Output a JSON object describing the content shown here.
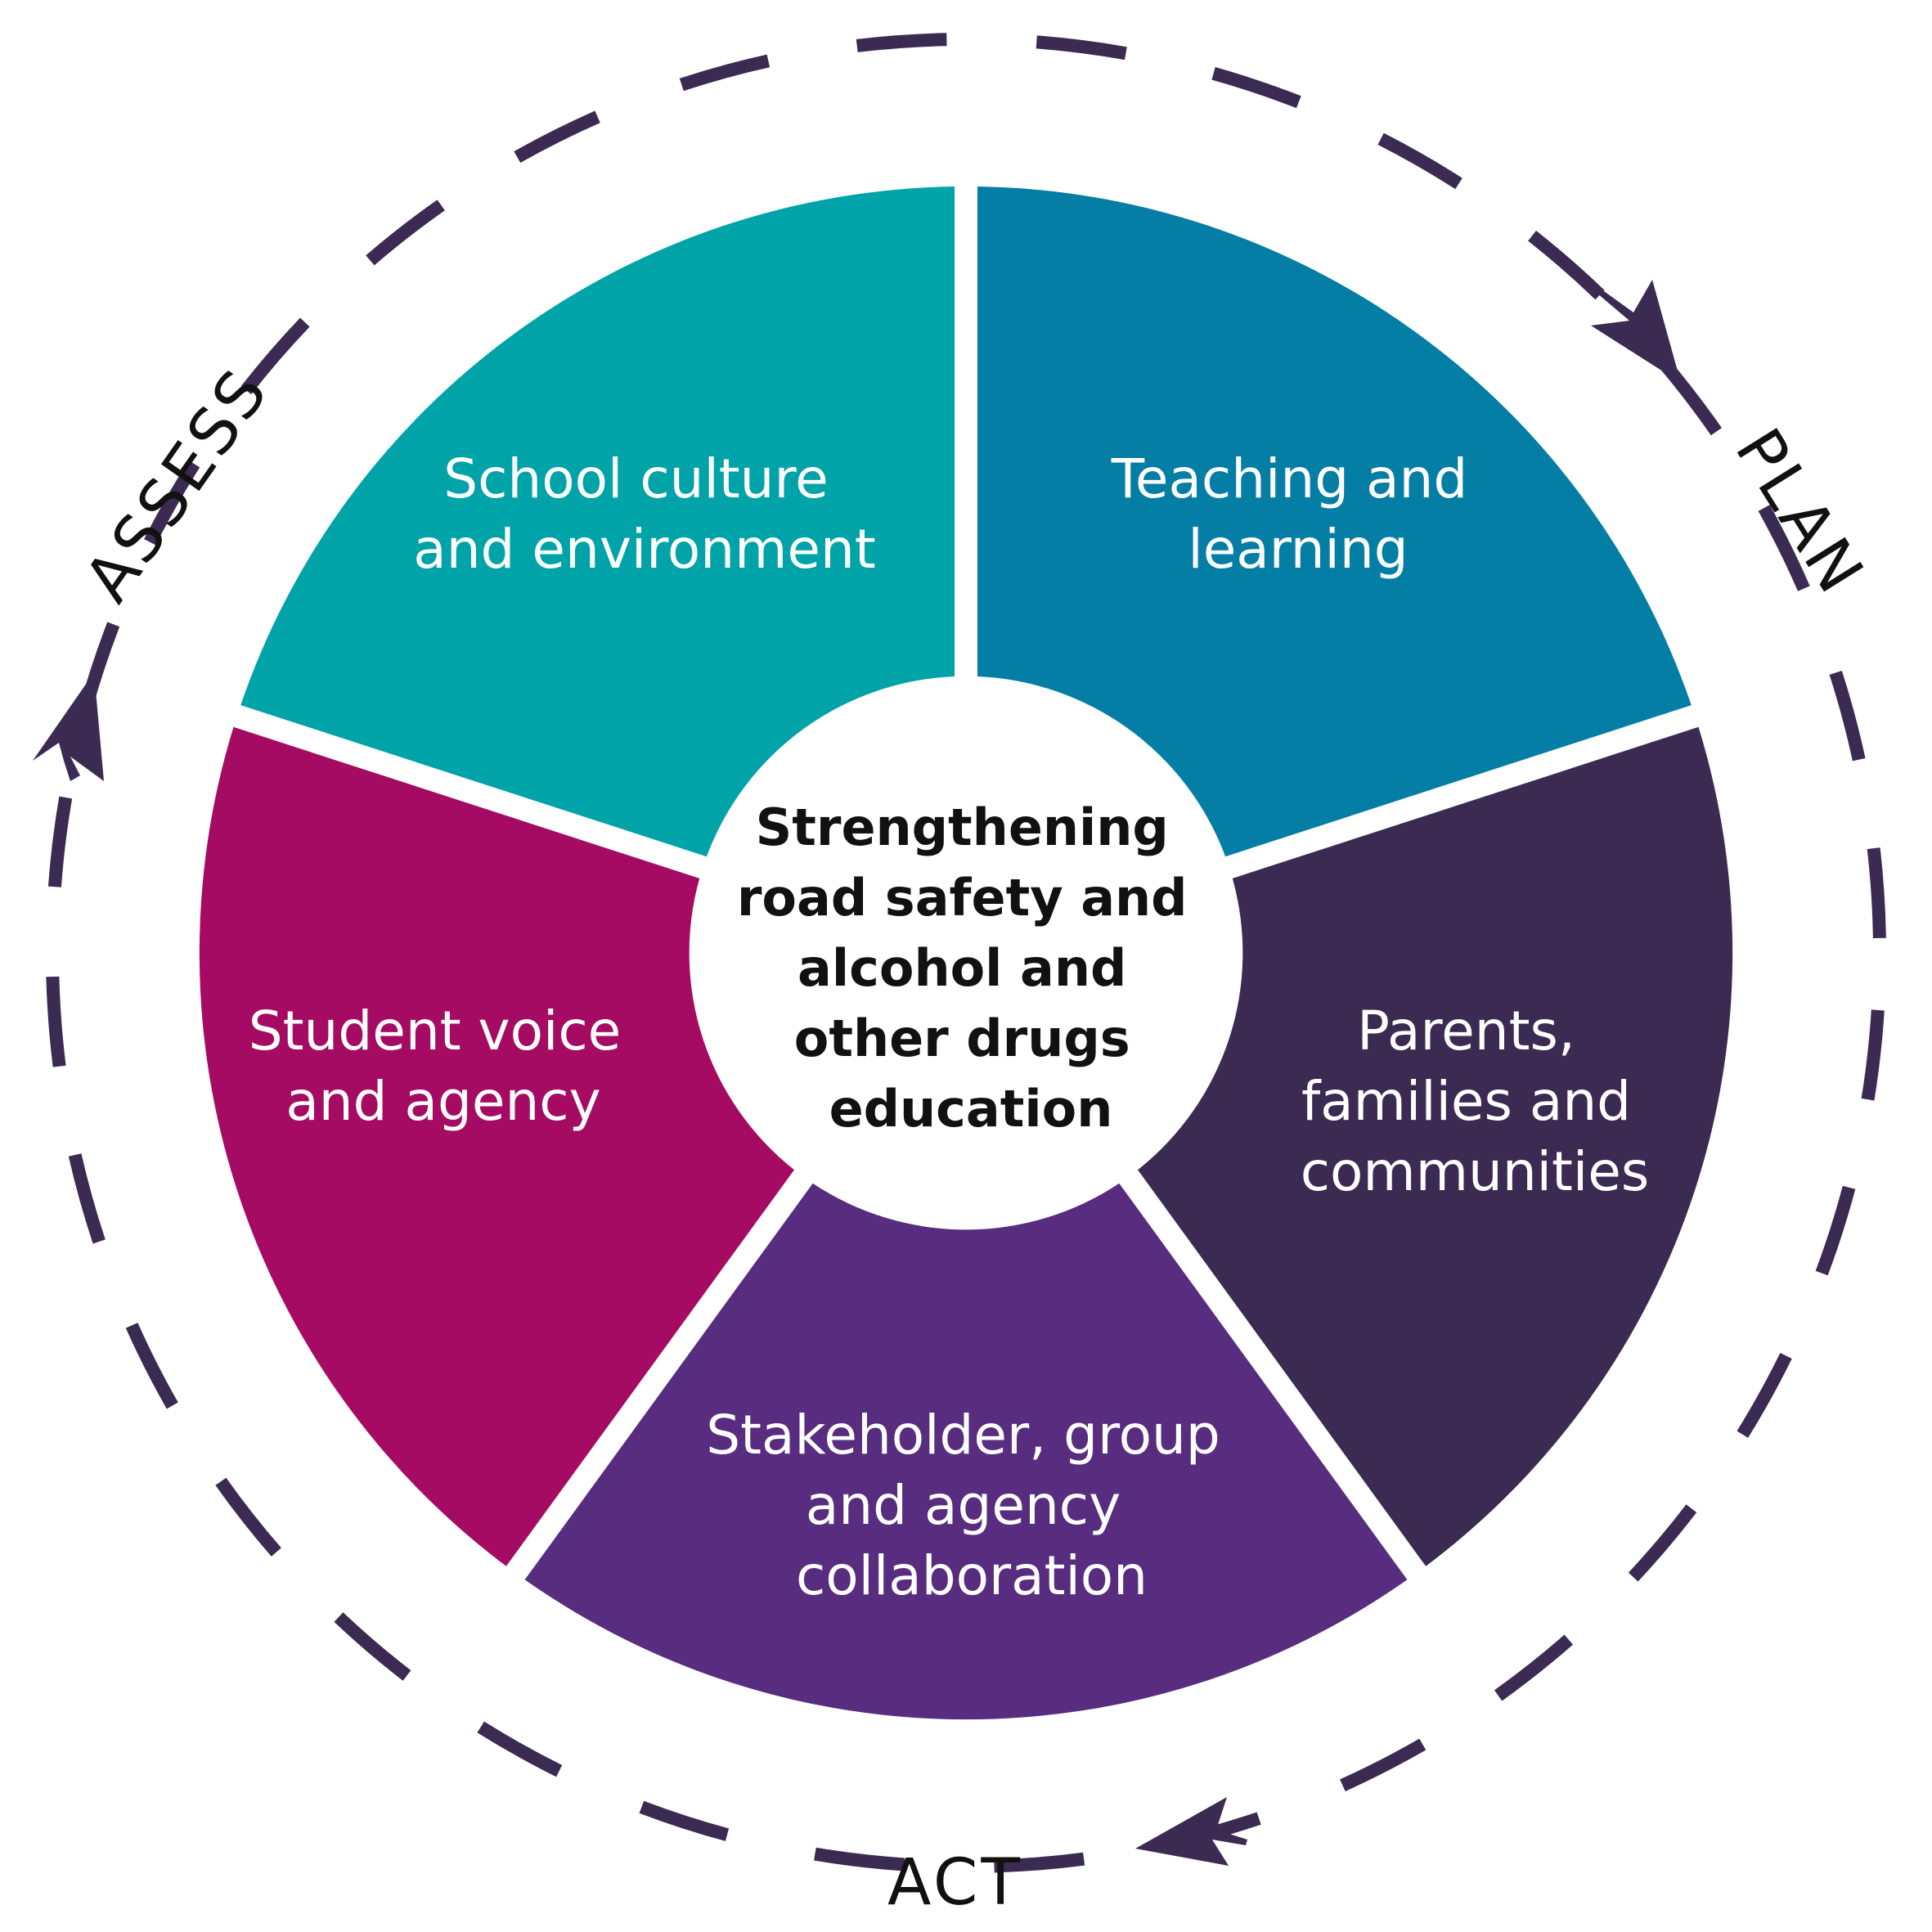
{
  "center": {
    "lines": [
      "Strengthening",
      "road safety and",
      "alcohol and",
      "other drugs",
      "education"
    ]
  },
  "segments": [
    {
      "id": "school-culture",
      "lines": [
        "School culture",
        "and environment"
      ],
      "color": "#00A3A8"
    },
    {
      "id": "teaching-learning",
      "lines": [
        "Teaching and",
        "learning"
      ],
      "color": "#047EA5"
    },
    {
      "id": "parents-families",
      "lines": [
        "Parents,",
        "families and",
        "communities"
      ],
      "color": "#3B2A52"
    },
    {
      "id": "stakeholder",
      "lines": [
        "Stakeholder, group",
        "and agency",
        "collaboration"
      ],
      "color": "#582C7E"
    },
    {
      "id": "student-voice",
      "lines": [
        "Student voice",
        "and agency"
      ],
      "color": "#A50B62"
    }
  ],
  "cycle": {
    "stages": [
      "ASSESS",
      "PLAN",
      "ACT"
    ],
    "ring_color": "#3B2A52"
  }
}
